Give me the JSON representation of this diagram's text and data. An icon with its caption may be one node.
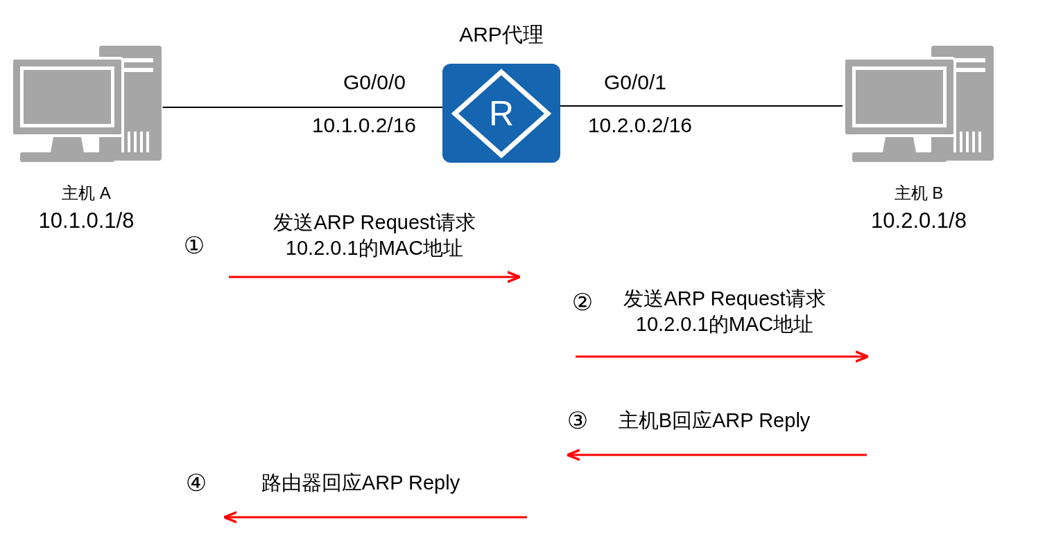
{
  "diagram": {
    "nodes": [
      {
        "text": [
          "主机 A",
          "10.1.0.1/8"
        ]
      },
      {
        "text": [
          "ARP代理",
          "R"
        ]
      },
      {
        "text": [
          "主机 B",
          "10.2.0.1/8"
        ]
      }
    ],
    "edges": [
      {
        "from": 0,
        "to": 1,
        "arrow": "none"
      },
      {
        "from": 1,
        "to": 2,
        "arrow": "none"
      }
    ],
    "labels": [
      "G0/0/0",
      "G0/0/1",
      "10.1.0.2/16",
      "10.2.0.2/16",
      "①",
      "发送ARP Request请求 10.2.0.1的MAC地址",
      "②",
      "发送ARP Request请求 10.2.0.1的MAC地址",
      "③",
      "主机B回应ARP Reply",
      "④",
      "路由器回应ARP Reply"
    ]
  }
}
